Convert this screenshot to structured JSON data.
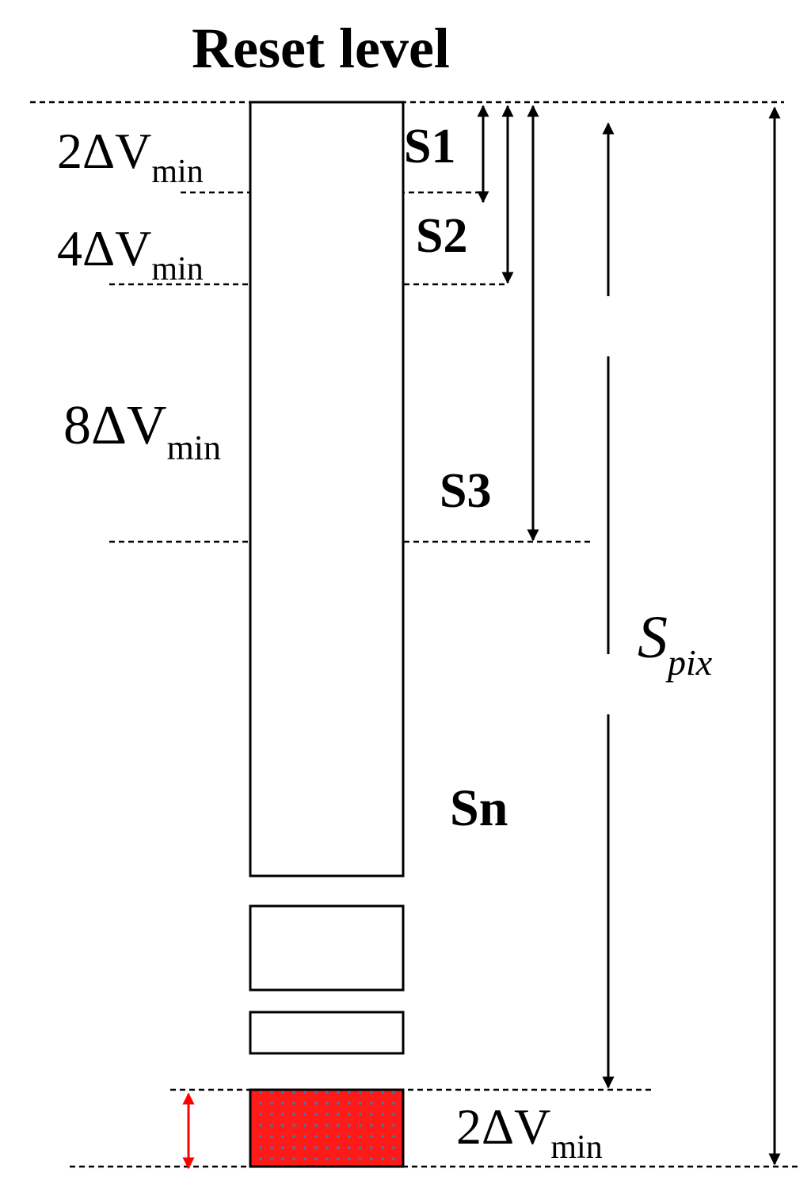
{
  "title": "Reset level",
  "delta_labels": [
    {
      "id": "2dv-top",
      "base": "2ΔV",
      "sub": "min"
    },
    {
      "id": "4dv",
      "base": "4ΔV",
      "sub": "min"
    },
    {
      "id": "8dv",
      "base": "8ΔV",
      "sub": "min"
    },
    {
      "id": "2dv-bottom",
      "base": "2ΔV",
      "sub": "min"
    }
  ],
  "signals": {
    "s1": "S1",
    "s2": "S2",
    "s3": "S3",
    "sn": "Sn"
  },
  "spix": {
    "base": "S",
    "sub": "pix"
  },
  "colors": {
    "red_fill": "#ff1a1a",
    "red_arrow": "#ff0000",
    "dot": "#3a7fa8",
    "line": "#000000"
  }
}
